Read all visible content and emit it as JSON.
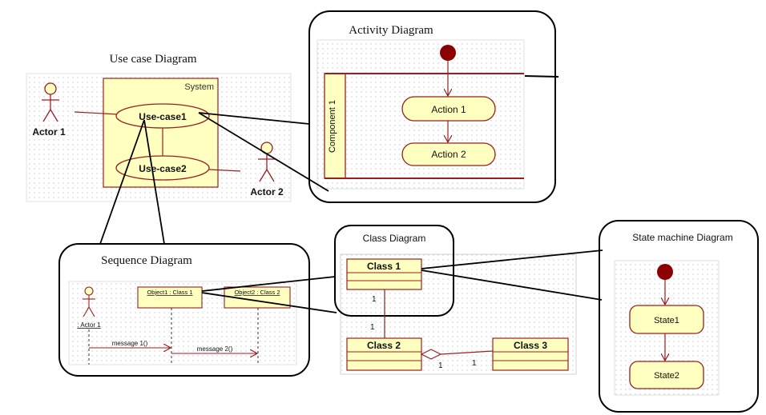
{
  "use_case": {
    "title": "Use case Diagram",
    "system_label": "System",
    "use_case_1": "Use-case1",
    "use_case_2": "Use-case2",
    "actor_1": "Actor 1",
    "actor_2": "Actor 2"
  },
  "activity": {
    "title": "Activity Diagram",
    "swimlane": "Component 1",
    "action_1": "Action 1",
    "action_2": "Action 2"
  },
  "sequence": {
    "title": "Sequence Diagram",
    "actor": ": Actor 1",
    "object_1": "Object1 : Class 1",
    "object_2": "Object2 : Class 2",
    "message_1": "message 1()",
    "message_2": "message 2()"
  },
  "class_diagram": {
    "title": "Class Diagram",
    "class_1": "Class 1",
    "class_2": "Class 2",
    "class_3": "Class 3",
    "mult_c1_c2_top": "1",
    "mult_c1_c2_bottom": "1",
    "mult_c2_c3_left": "1",
    "mult_c2_c3_right": "1"
  },
  "state_machine": {
    "title": "State machine Diagram",
    "state_1": "State1",
    "state_2": "State2"
  },
  "colors": {
    "element_fill": "#ffffc0",
    "element_stroke": "#9b1f1f",
    "initial_node": "#8b0000",
    "grid_dot": "#c8c8c8",
    "callout_stroke": "#000000"
  }
}
